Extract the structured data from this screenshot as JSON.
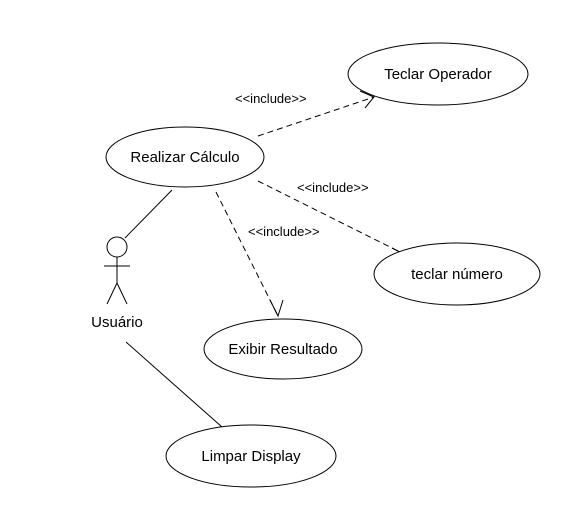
{
  "diagram": {
    "actor": {
      "label": "Usuário"
    },
    "use_cases": {
      "realizar_calculo": "Realizar Cálculo",
      "teclar_operador": "Teclar Operador",
      "teclar_numero": "teclar número",
      "exibir_resultado": "Exibir Resultado",
      "limpar_display": "Limpar Display"
    },
    "relations": {
      "include_operador": "<<include>>",
      "include_numero": "<<include>>",
      "include_resultado": "<<include>>"
    }
  },
  "colors": {
    "line": "#000000",
    "fill": "#ffffff",
    "background": "#ffffff"
  }
}
